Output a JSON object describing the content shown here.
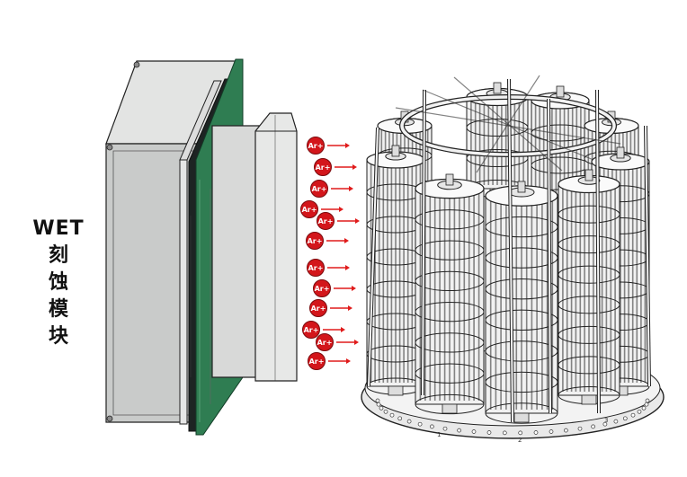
{
  "module_label": {
    "line1": "WET",
    "chars": [
      "刻",
      "蚀",
      "模",
      "块"
    ]
  },
  "ion_label": "Ar+",
  "ion_count": 12,
  "post_numbers": [
    "1",
    "2",
    "3"
  ],
  "colors": {
    "ion_fill": "#d3161b",
    "ion_stroke": "#7a0a0d",
    "arrow": "#e01b1b",
    "panel_green": "#2f7d52",
    "panel_dark": "#1d2423",
    "box_body": "#cfd1d0",
    "line": "#222222"
  }
}
